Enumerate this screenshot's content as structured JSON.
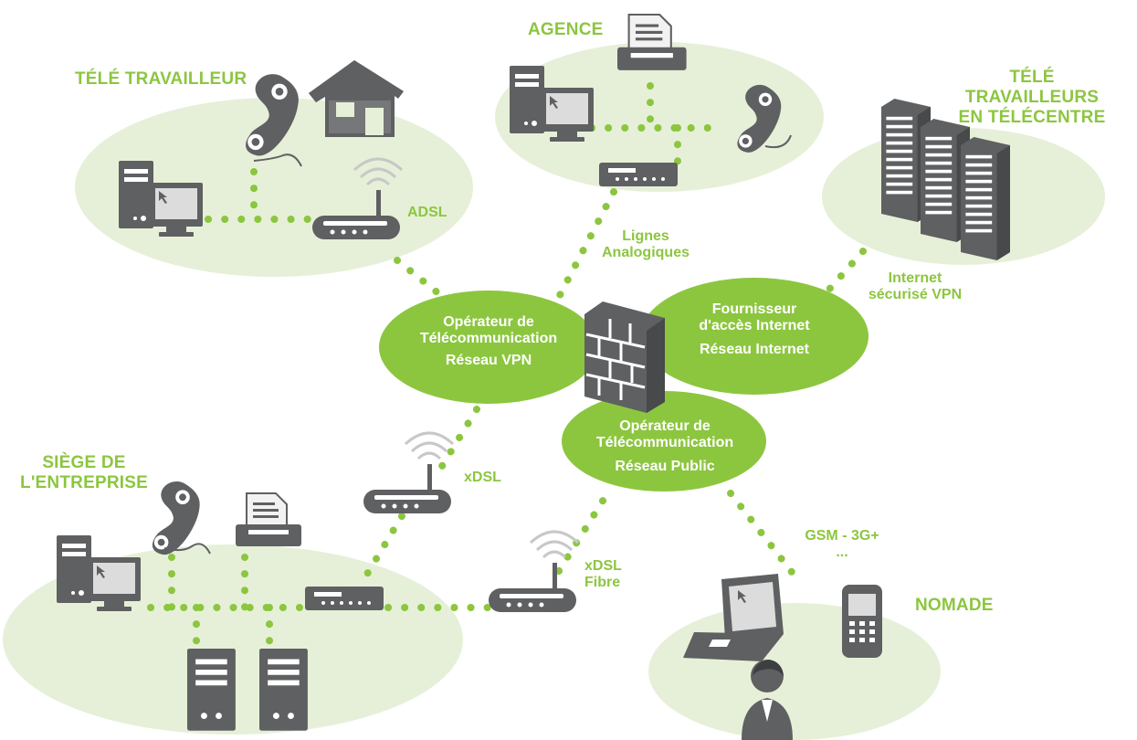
{
  "palette": {
    "zone_fill": "#e6f0d8",
    "hub_fill": "#8cc63f",
    "accent": "#8cc63f",
    "device": "#5f6062",
    "device_light": "#ffffff",
    "screen": "#dcdcdc"
  },
  "sites": {
    "tele_travailleur": {
      "title": "TÉLÉ TRAVAILLEUR",
      "icons": [
        "phone-icon",
        "house-icon",
        "desktop-computer-icon",
        "wifi-router-icon"
      ]
    },
    "agence": {
      "title": "AGENCE",
      "icons": [
        "printer-icon",
        "desktop-computer-icon",
        "phone-icon",
        "network-switch-icon"
      ]
    },
    "teletravailleurs_telecentre": {
      "title_line1": "TÉLÉ TRAVAILLEURS",
      "title_line2": "EN TÉLÉCENTRE",
      "icons": [
        "server-rack-icon",
        "server-rack-icon",
        "server-rack-icon"
      ]
    },
    "siege": {
      "title_line1": "SIÈGE DE",
      "title_line2": "L'ENTREPRISE",
      "icons": [
        "phone-icon",
        "printer-icon",
        "desktop-computer-icon",
        "network-switch-icon",
        "tower-server-icon",
        "tower-server-icon"
      ]
    },
    "nomade": {
      "title": "NOMADE",
      "icons": [
        "laptop-icon",
        "mobile-phone-icon",
        "user-icon"
      ]
    }
  },
  "hubs": {
    "vpn": {
      "line1": "Opérateur de",
      "line2": "Télécommunication",
      "line3": "Réseau VPN"
    },
    "internet": {
      "line1": "Fournisseur",
      "line2": "d'accès Internet",
      "line3": "Réseau Internet"
    },
    "public": {
      "line1": "Opérateur de",
      "line2": "Télécommunication",
      "line3": "Réseau Public"
    },
    "firewall_icon": "firewall-icon"
  },
  "links": {
    "adsl": "ADSL",
    "lignes_line1": "Lignes",
    "lignes_line2": "Analogiques",
    "internet_line1": "Internet",
    "internet_line2": "sécurisé VPN",
    "xdsl": "xDSL",
    "xdsl_fibre_line1": "xDSL",
    "xdsl_fibre_line2": "Fibre",
    "gsm_line1": "GSM - 3G+",
    "gsm_line2": "..."
  }
}
